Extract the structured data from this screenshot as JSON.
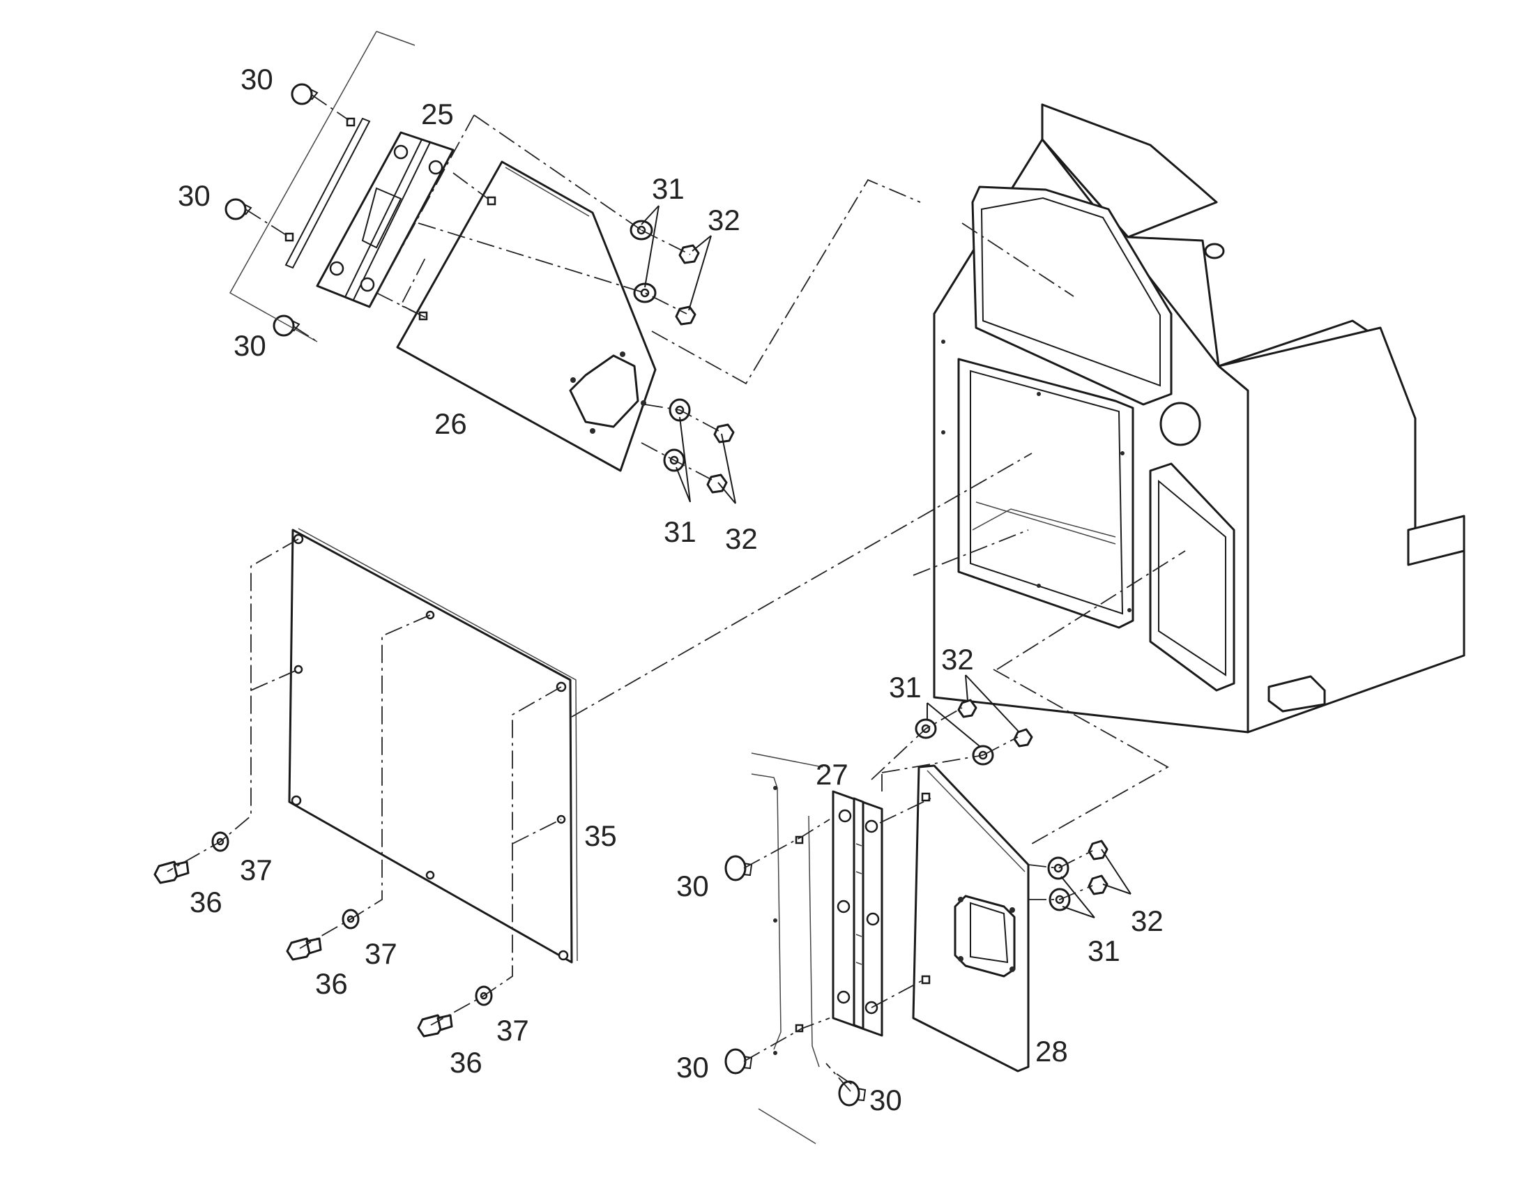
{
  "labels": {
    "p25": "25",
    "p26": "26",
    "p27": "27",
    "p28": "28",
    "p30": "30",
    "p31": "31",
    "p32": "32",
    "p35": "35",
    "p36": "36",
    "p37": "37"
  },
  "colors": {
    "line": "#1a1a1a",
    "background": "#ffffff"
  }
}
